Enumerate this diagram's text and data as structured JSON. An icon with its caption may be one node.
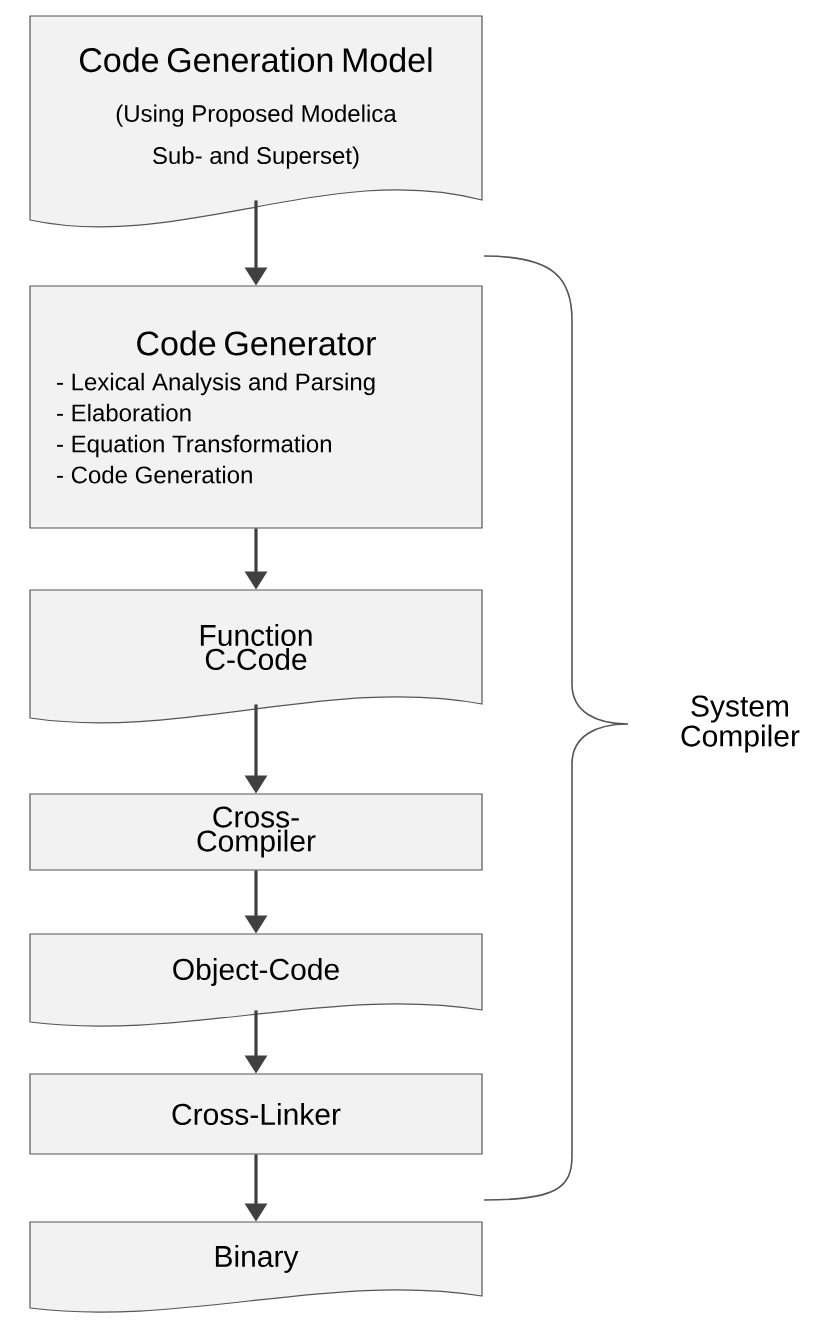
{
  "diagram": {
    "nodes": [
      {
        "text": [
          "Code Generation Model",
          "(Using Proposed Modelica Sub- and Superset)"
        ]
      },
      {
        "text": [
          "Code Generator",
          "- Lexical Analysis and Parsing",
          "- Elaboration",
          "- Equation Transformation",
          "- Code Generation"
        ]
      },
      {
        "text": [
          "Function C-Code"
        ]
      },
      {
        "text": [
          "Cross-Compiler"
        ]
      },
      {
        "text": [
          "Object-Code"
        ]
      },
      {
        "text": [
          "Cross-Linker"
        ]
      },
      {
        "text": [
          "Binary"
        ]
      }
    ],
    "edges": [
      {
        "from": 0,
        "to": 1,
        "arrow": "to"
      },
      {
        "from": 1,
        "to": 2,
        "arrow": "to"
      },
      {
        "from": 2,
        "to": 3,
        "arrow": "to"
      },
      {
        "from": 3,
        "to": 4,
        "arrow": "to"
      },
      {
        "from": 4,
        "to": 5,
        "arrow": "to"
      },
      {
        "from": 5,
        "to": 6,
        "arrow": "to"
      }
    ],
    "labels": [
      "System Compiler"
    ]
  }
}
